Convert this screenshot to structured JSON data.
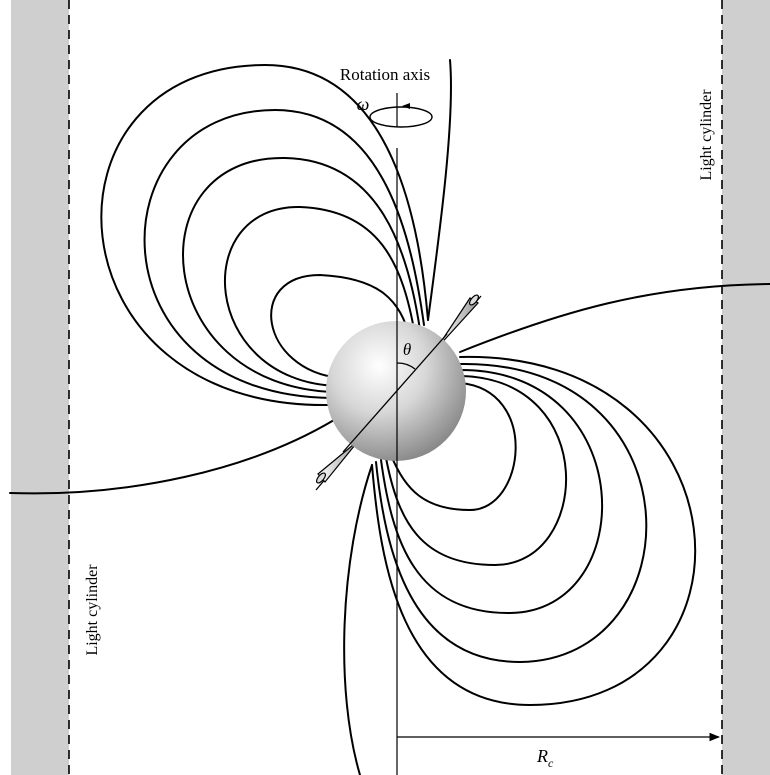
{
  "labels": {
    "rotation_axis": "Rotation axis",
    "omega": "ω",
    "theta": "θ",
    "light_cylinder_left": "Light cylinder",
    "light_cylinder_right": "Light cylinder",
    "rc_main": "R",
    "rc_sub": "c"
  },
  "colors": {
    "cylinder_fill": "#cfcfcf",
    "line": "#000000",
    "star_highlight": "#ffffff",
    "star_mid": "#c8c8c8",
    "star_shadow": "#8a8a8a"
  }
}
